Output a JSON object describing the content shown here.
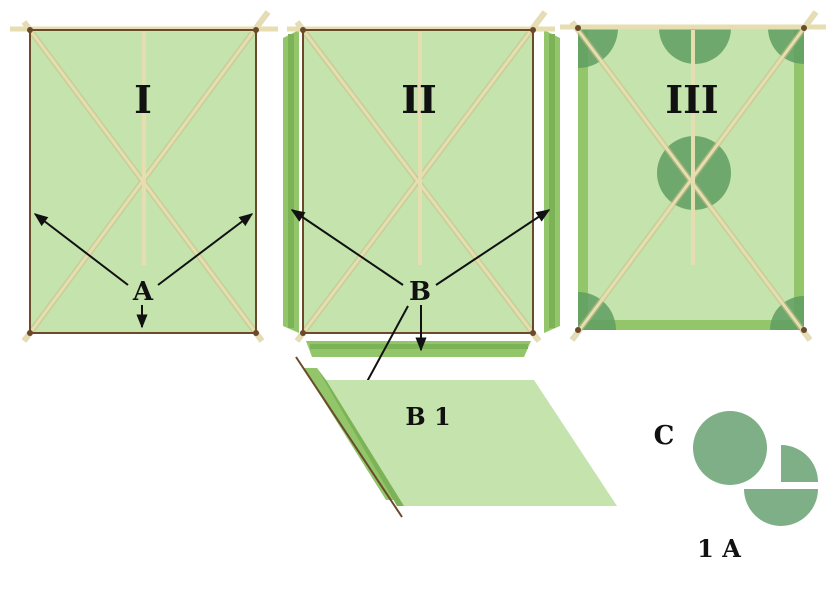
{
  "labels": {
    "panel_1": "I",
    "panel_2": "II",
    "panel_3": "III",
    "pointer_a": "A",
    "pointer_b": "B",
    "detail_b1": "B 1",
    "detail_c": "C",
    "detail_1a": "1 A"
  },
  "colors": {
    "paper": "#c5e3ad",
    "paper_edge": "#a8d08a",
    "fold_strip": "#93c66b",
    "fold_strip_dark": "#7cb356",
    "stick": "#e6ddb0",
    "stick_shadow": "#c9bd86",
    "frame": "#6b4a2b",
    "patch": "#5f9e62",
    "patch_light": "#7eaf86",
    "arrow": "#111111"
  }
}
